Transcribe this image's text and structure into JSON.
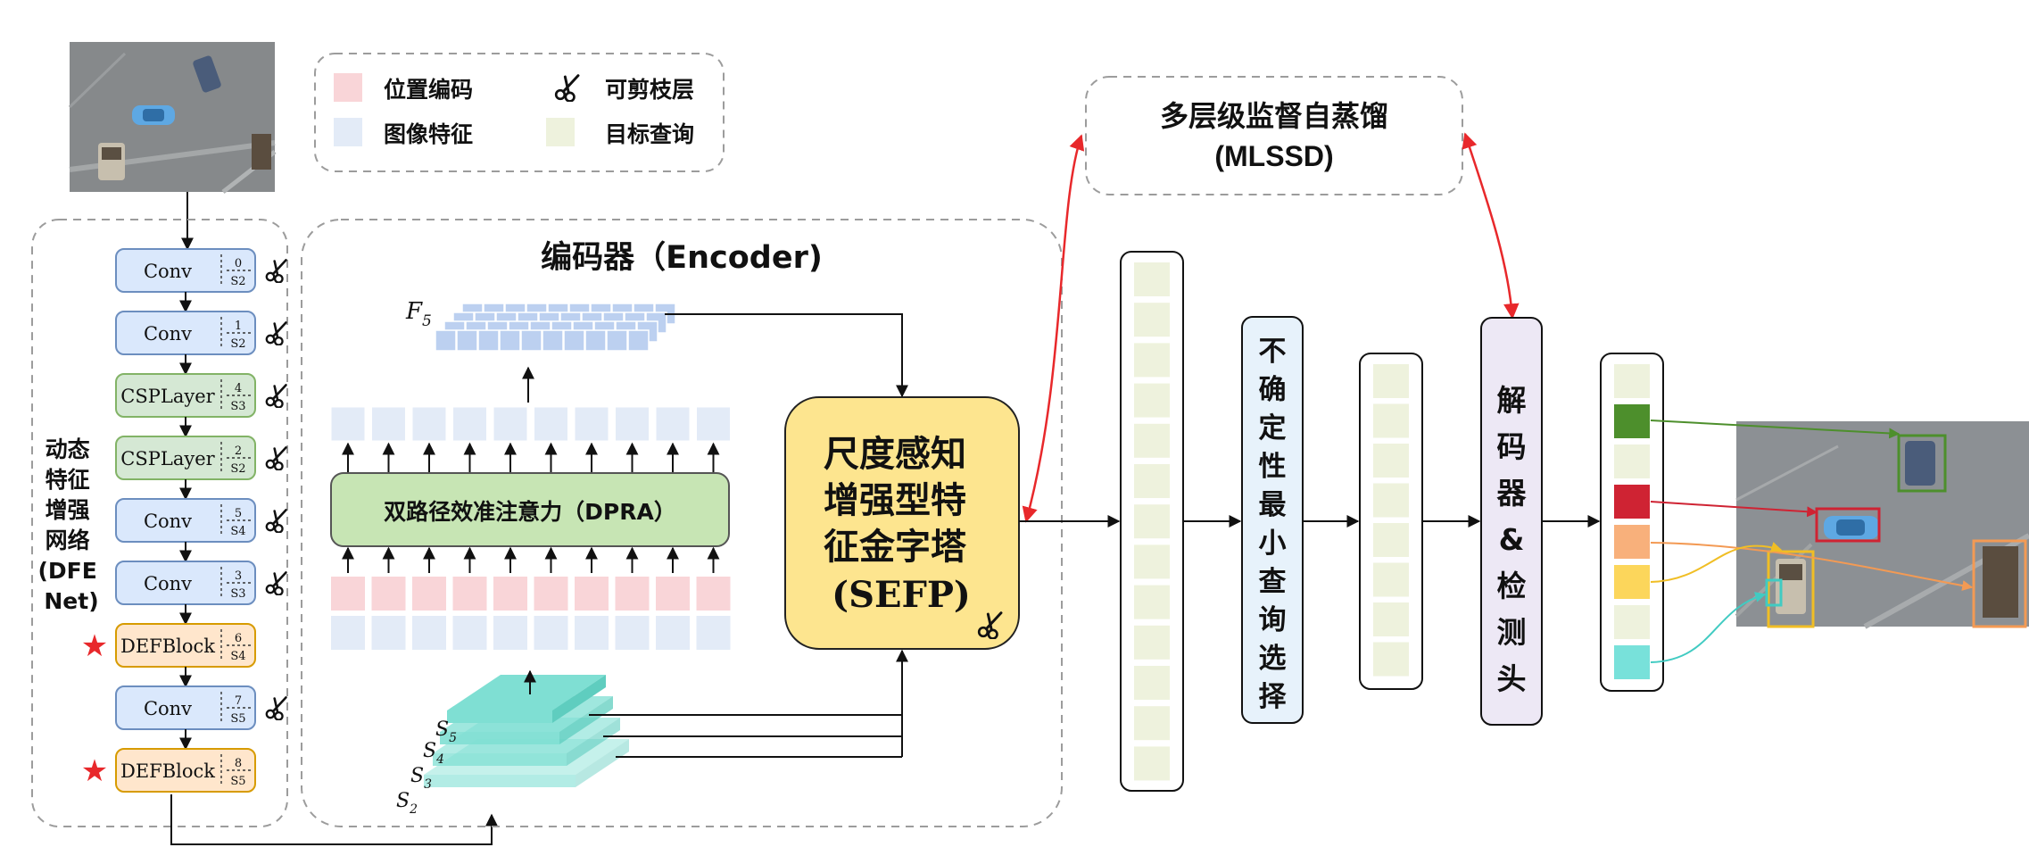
{
  "legend": {
    "pos_encoding": "位置编码",
    "image_feature": "图像特征",
    "prunable": "可剪枝层",
    "target_query": "目标查询"
  },
  "backbone": {
    "title_lines": [
      "动态",
      "特征",
      "增强",
      "网络",
      "(DFE",
      "Net)"
    ],
    "blocks": [
      {
        "label": "Conv",
        "top": "0",
        "bottom": "S2",
        "type": "conv",
        "star": false
      },
      {
        "label": "Conv",
        "top": "1",
        "bottom": "S2",
        "type": "conv",
        "star": false
      },
      {
        "label": "CSPLayer",
        "top": "4",
        "bottom": "S3",
        "type": "csp",
        "star": false
      },
      {
        "label": "CSPLayer",
        "top": "2",
        "bottom": "S2",
        "type": "csp",
        "star": false
      },
      {
        "label": "Conv",
        "top": "5",
        "bottom": "S4",
        "type": "conv",
        "star": false
      },
      {
        "label": "Conv",
        "top": "3",
        "bottom": "S3",
        "type": "conv",
        "star": false
      },
      {
        "label": "DEFBlock",
        "top": "6",
        "bottom": "S4",
        "type": "def",
        "star": true
      },
      {
        "label": "Conv",
        "top": "7",
        "bottom": "S5",
        "type": "conv",
        "star": false
      },
      {
        "label": "DEFBlock",
        "top": "8",
        "bottom": "S5",
        "type": "def",
        "star": true
      }
    ]
  },
  "encoder": {
    "title": "编码器（Encoder)",
    "dpra_label": "双路径效准注意力（DPRA）",
    "f5_label": "F",
    "f5_sub": "5",
    "scales": [
      {
        "label": "S",
        "sub": "5"
      },
      {
        "label": "S",
        "sub": "4"
      },
      {
        "label": "S",
        "sub": "3"
      },
      {
        "label": "S",
        "sub": "2"
      }
    ]
  },
  "sefp": {
    "lines": [
      "尺度感知",
      "增强型特",
      "征金字塔",
      "(SEFP)"
    ]
  },
  "mlssd": {
    "line1": "多层级监督自蒸馏",
    "line2": "(MLSSD)"
  },
  "query_select": {
    "chars": [
      "不",
      "确",
      "定",
      "性",
      "最",
      "小",
      "查",
      "询",
      "选",
      "择"
    ]
  },
  "decoder": {
    "chars": [
      "解",
      "码",
      "器",
      "&",
      "检",
      "测",
      "头"
    ]
  },
  "colors": {
    "pos_encoding": "#f9d5d8",
    "image_feature": "#e3ebf7",
    "target_query": "#eef2dd",
    "conv_fill": "#dae8fc",
    "csp_fill": "#d5e8d4",
    "def_fill": "#ffe6cc",
    "sefp_fill": "#fde58f",
    "dpra_fill": "#c7e5b4",
    "mlssd_arrow": "#e8282b",
    "pyramid": "#7fdfd3",
    "out_green": "#4d8f2c",
    "out_red": "#cf2333",
    "out_orange": "#f8b07b",
    "out_yellow": "#fcd65b",
    "out_cyan": "#78e1da"
  }
}
